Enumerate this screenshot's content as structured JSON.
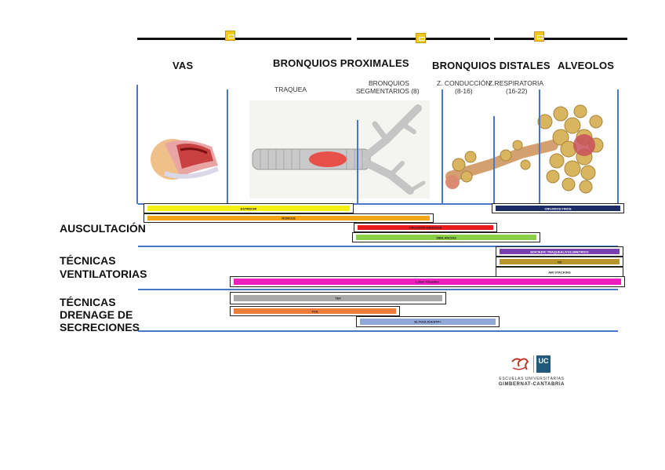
{
  "columns": {
    "vas": "VAS",
    "proximales": "BRONQUIOS PROXIMALES",
    "distales": "BRONQUIOS DISTALES",
    "alveolos": "ALVEOLOS"
  },
  "subheads": {
    "traquea": "TRAQUEA",
    "segmentarios_l1": "BRONQUIOS",
    "segmentarios_l2": "SEGMENTARIOS (8)",
    "conduccion_l1": "Z. CONDUCCIÓN",
    "conduccion_l2": "(8-16)",
    "respiratoria_l1": "Z.RESPIRATORIA",
    "respiratoria_l2": "(16-22)"
  },
  "rows": {
    "auscultacion": "AUSCULTACIÓN",
    "ventilatorias_l1": "TÉCNICAS",
    "ventilatorias_l2": "VENTILATORIAS",
    "drenage_l1": "TÉCNICAS",
    "drenage_l2": "DRENAGE DE",
    "drenage_l3": "SECRECIONES"
  },
  "bars": {
    "estridor": {
      "label": "ESTRIDOR",
      "color": "#f5ef14"
    },
    "roncus": {
      "label": "RONCUS",
      "color": "#f2a516"
    },
    "crujidos": {
      "label": "CRUJIDOS GRUESOS",
      "color": "#e81c1c"
    },
    "sibilancias": {
      "label": "SIBILANCIAS",
      "color": "#8bcf45"
    },
    "crujidos_finos": {
      "label": "CRUJIDOS FINOS",
      "color": "#1b2b66"
    },
    "eli": {
      "label": "EDIC/EDIC TRAQUEAL/VOLUMETRICO",
      "color": "#7a40b0"
    },
    "vd": {
      "label": "VD",
      "color": "#b8952a"
    },
    "air_stacking": {
      "label": "AIR STACKING",
      "color": "#ffffff"
    },
    "lobar": {
      "label": "Lobar Travailler",
      "color": "#ee1dbe"
    },
    "tef": {
      "label": "TEF",
      "color": "#a8a8a8"
    },
    "tos": {
      "label": "TOS",
      "color": "#ee7d3a"
    },
    "eltgol": {
      "label": "ELTGOL/DA/ATP+",
      "color": "#8fa8d8"
    }
  },
  "logo": {
    "uc": "UC",
    "line1": "ESCUELAS UNIVERSITARIAS",
    "line2": "GIMBERNAT-CANTABRIA"
  }
}
